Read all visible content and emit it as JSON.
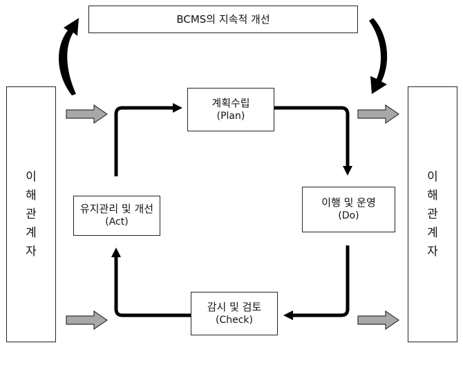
{
  "banner": {
    "text": "BCMS의 지속적 개선"
  },
  "cycle": {
    "plan": {
      "title": "계획수립",
      "sub": "(Plan)"
    },
    "do": {
      "title": "이행 및 운영",
      "sub": "(Do)"
    },
    "check": {
      "title": "감시 및 검토",
      "sub": "(Check)"
    },
    "act": {
      "title": "유지관리 및 개선",
      "sub": "(Act)"
    }
  },
  "stakeholders": {
    "left": [
      "이",
      "해",
      "관",
      "계",
      "자"
    ],
    "right": [
      "이",
      "해",
      "관",
      "계",
      "자"
    ]
  },
  "colors": {
    "line": "#000000",
    "box_border": "#222222",
    "input_arrow_fill": "#a8a8a8",
    "input_arrow_stroke": "#333333"
  }
}
